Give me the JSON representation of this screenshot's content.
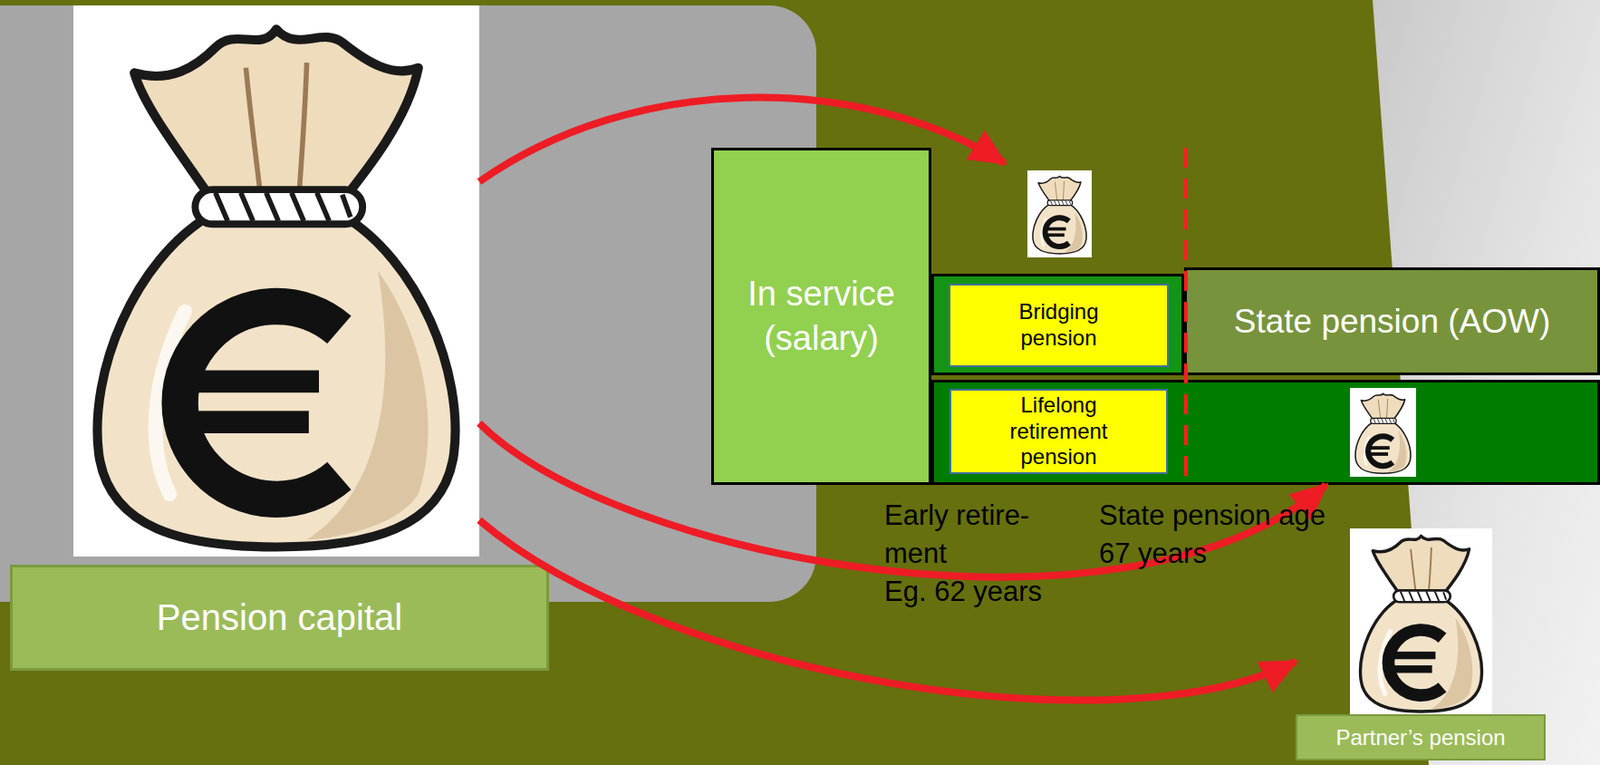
{
  "diagram": {
    "nodes": [
      {
        "text": [
          "Pension capital"
        ]
      },
      {
        "text": [
          "In service (salary)"
        ]
      },
      {
        "text": [
          "Bridging pension"
        ]
      },
      {
        "text": [
          "State pension (AOW)"
        ]
      },
      {
        "text": [
          "Lifelong retirement pension"
        ]
      },
      {
        "text": [
          "Partner’s pension"
        ]
      }
    ],
    "edges": [
      {
        "from": 0,
        "to": 2,
        "arrow": "to"
      },
      {
        "from": 0,
        "to": 4,
        "arrow": "to"
      },
      {
        "from": 0,
        "to": 5,
        "arrow": "to"
      }
    ],
    "labels": [
      "Early retire- ment",
      "Eg. 62 years",
      "State pension age",
      "67 years"
    ]
  }
}
